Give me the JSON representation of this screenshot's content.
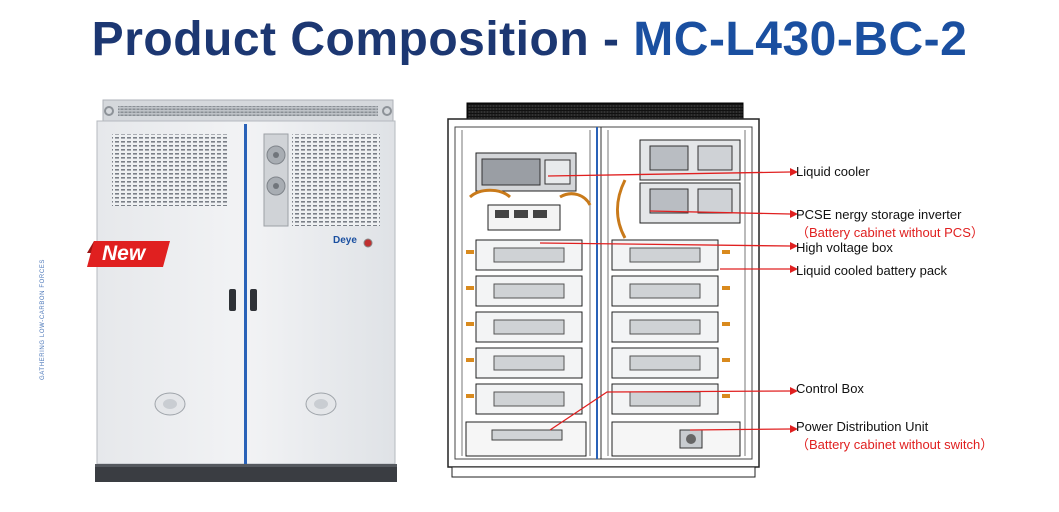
{
  "title": {
    "part1": "Product Composition - ",
    "part2": "MC-L430-BC-2"
  },
  "badge": "New",
  "brand": "Deye",
  "side_text": "GATHERING LOW-CARBON FORCES",
  "colors": {
    "title_dark": "#1c3772",
    "title_blue": "#1a4fa0",
    "badge_red": "#e02020",
    "arrow_red": "#e02020"
  },
  "callouts": [
    {
      "label": "Liquid cooler"
    },
    {
      "label": "PCSE nergy storage inverter",
      "note": "（Battery cabinet without PCS）"
    },
    {
      "label": "High voltage box"
    },
    {
      "label": "Liquid cooled battery pack"
    },
    {
      "label": "Control Box"
    },
    {
      "label": "Power Distribution Unit",
      "note": "（Battery cabinet without switch）"
    }
  ]
}
